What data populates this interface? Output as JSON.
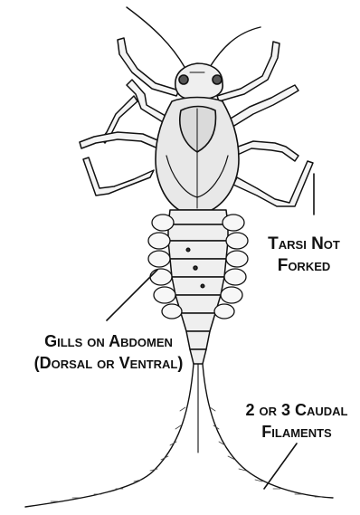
{
  "labels": {
    "tarsi": {
      "line1": "Tarsi Not",
      "line2": "Forked"
    },
    "gills": {
      "line1": "Gills on Abdomen",
      "line2": "(Dorsal or Ventral)"
    },
    "caudal": {
      "line1": "2 or 3 Caudal",
      "line2": "Filaments"
    }
  },
  "colors": {
    "ink": "#111111",
    "shading": "#bcbcbc",
    "background": "#ffffff"
  }
}
